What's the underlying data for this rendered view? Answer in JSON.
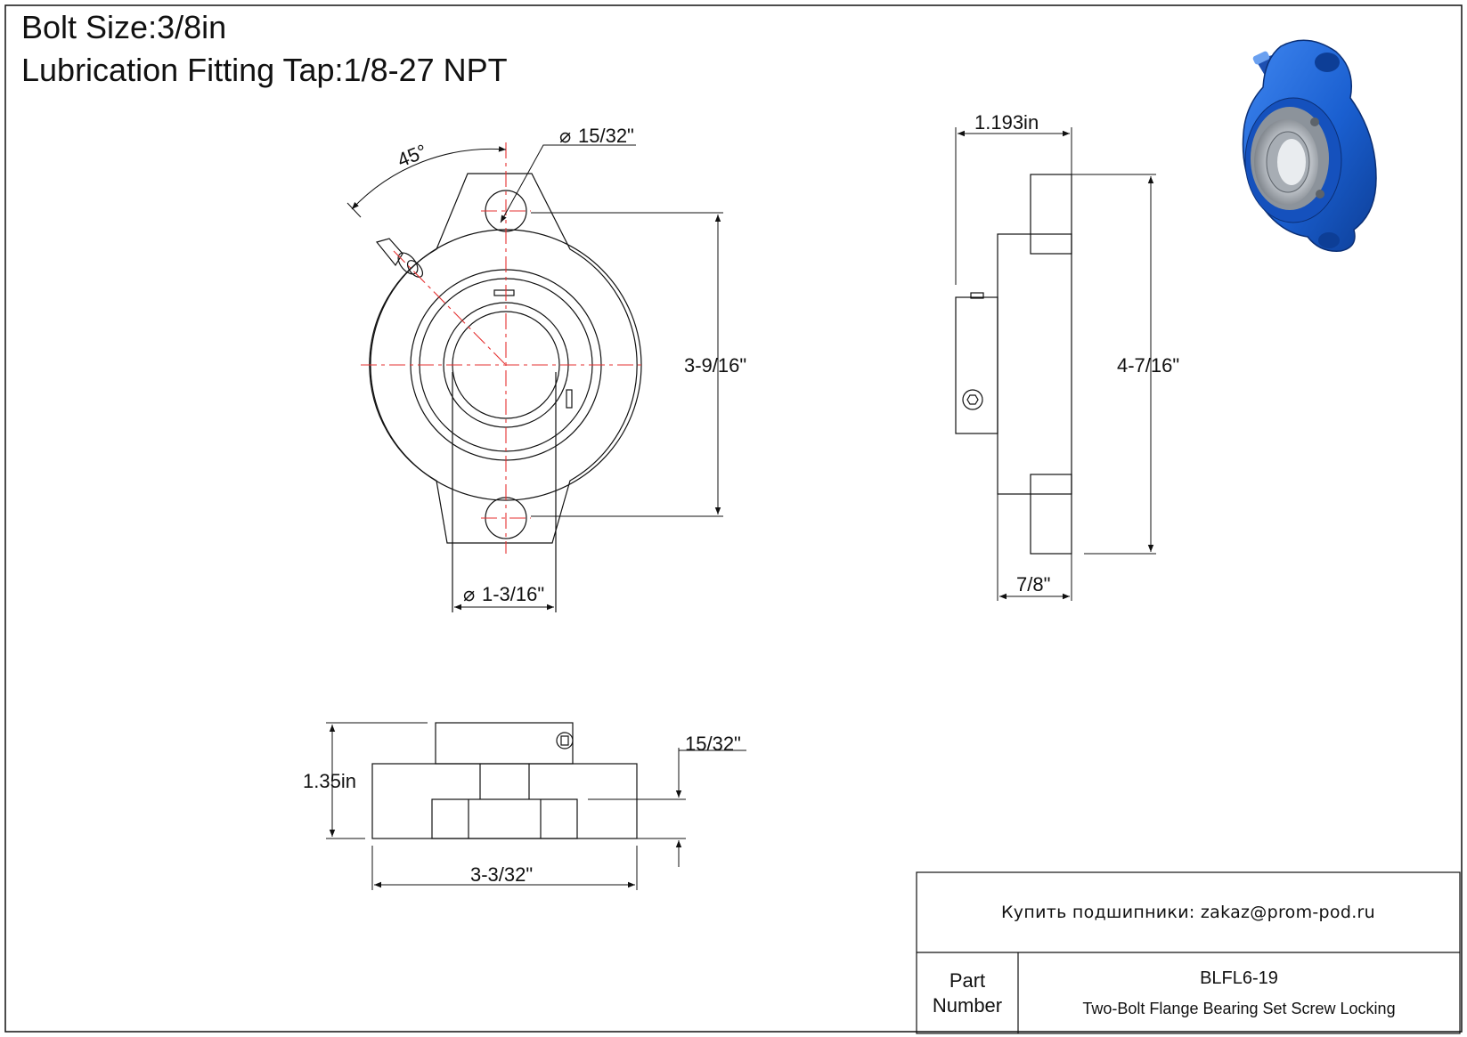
{
  "header": {
    "bolt_size": "Bolt Size:3/8in",
    "lubrication": "Lubrication Fitting Tap:1/8-27 NPT"
  },
  "front_view": {
    "angle": "45°",
    "bolt_hole_dia": "15/32\"",
    "bolt_spacing": "3-9/16\"",
    "bore_dia": "1-3/16\""
  },
  "side_view": {
    "overall_depth": "1.193in",
    "overall_height": "4-7/16\"",
    "flange_width": "7/8\""
  },
  "bottom_view": {
    "height": "1.35in",
    "flange_thickness": "15/32\"",
    "overall_width": "3-3/32\""
  },
  "title_block": {
    "order_text": "Купить подшипники: zakaz@prom-pod.ru",
    "part_label_line1": "Part",
    "part_label_line2": "Number",
    "part_number": "BLFL6-19",
    "part_description": "Two-Bolt Flange Bearing Set Screw Locking"
  },
  "colors": {
    "centerline": "#e53030",
    "housing_blue": "#1a5fd0",
    "line": "#111111"
  }
}
